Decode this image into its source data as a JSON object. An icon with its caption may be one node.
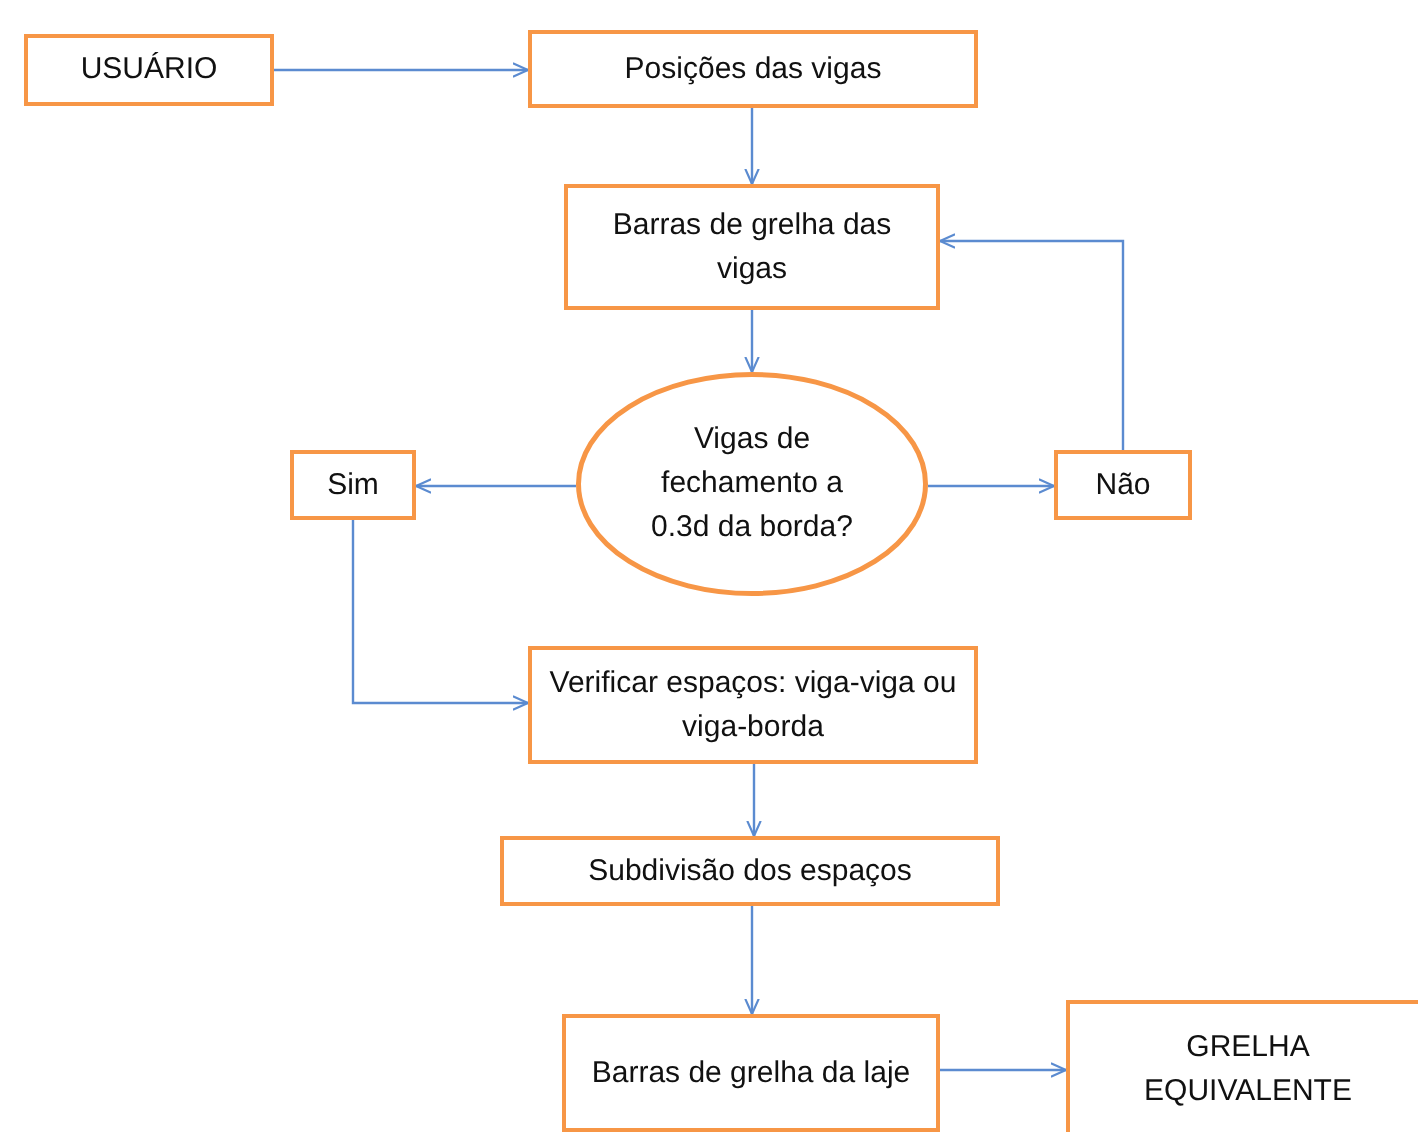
{
  "diagram": {
    "nodes": [
      {
        "text": [
          "USUÁRIO"
        ]
      },
      {
        "text": [
          "Posições das vigas"
        ]
      },
      {
        "text": [
          "Barras de grelha das vigas"
        ]
      },
      {
        "text": [
          "Vigas de fechamento a 0.3d da borda?"
        ]
      },
      {
        "text": [
          "Sim"
        ]
      },
      {
        "text": [
          "Não"
        ]
      },
      {
        "text": [
          "Verificar espaços: viga-viga ou viga-borda"
        ]
      },
      {
        "text": [
          "Subdivisão dos espaços"
        ]
      },
      {
        "text": [
          "Barras de grelha da laje"
        ]
      },
      {
        "text": [
          "GRELHA EQUIVALENTE"
        ]
      }
    ],
    "edges": [
      {
        "from": 0,
        "to": 1,
        "arrow": "to"
      },
      {
        "from": 1,
        "to": 2,
        "arrow": "to"
      },
      {
        "from": 2,
        "to": 3,
        "arrow": "to"
      },
      {
        "from": 3,
        "to": 4,
        "arrow": "to"
      },
      {
        "from": 3,
        "to": 5,
        "arrow": "to"
      },
      {
        "from": 5,
        "to": 2,
        "arrow": "to"
      },
      {
        "from": 4,
        "to": 6,
        "arrow": "to"
      },
      {
        "from": 6,
        "to": 7,
        "arrow": "to"
      },
      {
        "from": 7,
        "to": 8,
        "arrow": "to"
      },
      {
        "from": 8,
        "to": 9,
        "arrow": "to"
      }
    ]
  }
}
